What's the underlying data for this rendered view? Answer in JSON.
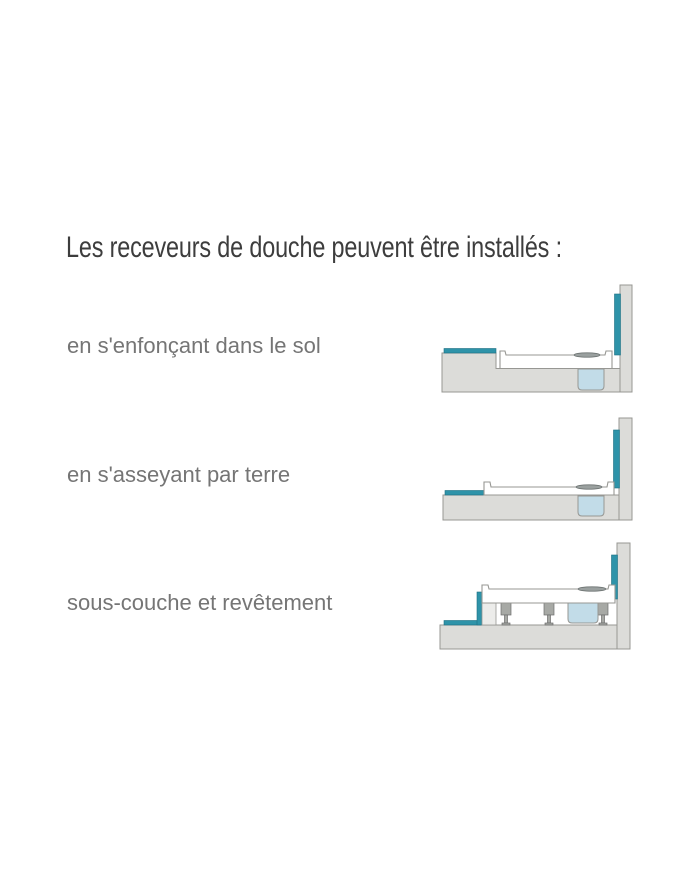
{
  "title": "Les receveurs de douche peuvent être installés :",
  "rows": [
    {
      "label": "en s'enfonçant dans le sol",
      "diagram": "shower-tray-recessed-in-floor"
    },
    {
      "label": "en s'asseyant par terre",
      "diagram": "shower-tray-sitting-on-floor"
    },
    {
      "label": "sous-couche et revêtement",
      "diagram": "shower-tray-on-feet-with-underlay-and-covering"
    }
  ],
  "colors": {
    "page_bg": "#ffffff",
    "title_text": "#3d3d3d",
    "label_text": "#757575",
    "tile_teal": "#2e93a9",
    "teal_edge": "#1d6f82",
    "structure_gray": "#dcdcd9",
    "outline_gray": "#979793",
    "trap_blue": "#c2dce8",
    "tray_white": "#ffffff",
    "foot_gray": "#a7a9a5"
  }
}
